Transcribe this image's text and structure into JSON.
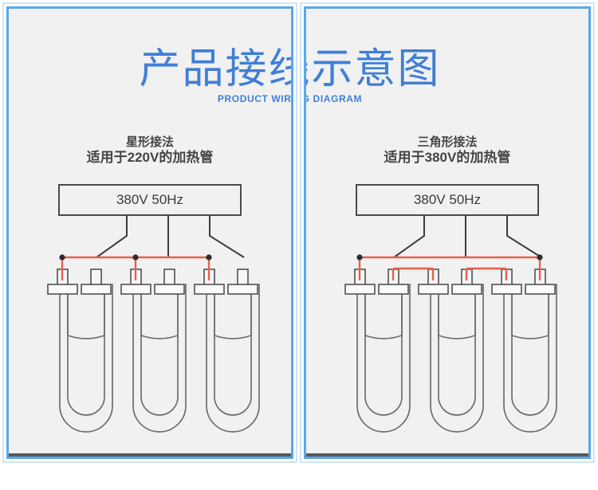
{
  "document": {
    "title_cn": "产品接线示意图",
    "title_en": "PRODUCT WIRING DIAGRAM",
    "title_en_left_fragment": "PRODUCT WIRING",
    "title_en_right_fragment": "NG DIAGRAM",
    "title_color": "#3f7fd6",
    "background": "#f1f1f1",
    "border_color": "#5ba7e4"
  },
  "panels": [
    {
      "id": "star",
      "heading_line1": "星形接法",
      "heading_line2": "适用于220V的加热管",
      "supply_label": "380V 50Hz",
      "wiring_type": "star",
      "wire_color": "#e8604c",
      "line_color": "#3c3c3c",
      "terminal_count": 6,
      "element_count": 3,
      "live_terminals": [
        2,
        4,
        6
      ],
      "bridged_terminals": [
        1,
        3,
        5
      ]
    },
    {
      "id": "delta",
      "heading_line1": "三角形接法",
      "heading_line2": "适用于380V的加热管",
      "supply_label": "380V 50Hz",
      "wiring_type": "delta",
      "wire_color": "#e8604c",
      "line_color": "#3c3c3c",
      "terminal_count": 6,
      "element_count": 3,
      "live_terminals": [
        2,
        4,
        6
      ],
      "bridged_pairs": [
        [
          1,
          6
        ],
        [
          2,
          3
        ],
        [
          4,
          5
        ]
      ]
    }
  ]
}
